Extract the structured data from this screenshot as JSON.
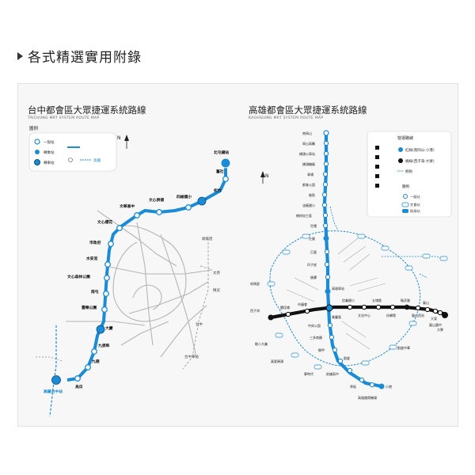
{
  "header": {
    "title": "各式精選實用附錄"
  },
  "taichung": {
    "title": "台中都會區大眾捷運系統路線",
    "subtitle": "TAICHUNG MRT SYSTEM ROUTE MAP",
    "legend_title": "圖例",
    "legend_items": [
      "一般站",
      "轉乘站",
      "轉車站",
      "高鐵"
    ],
    "stations": [
      "北屯總站",
      "舊社",
      "松竹",
      "四維國小",
      "文心崇德",
      "文華高中",
      "文心櫻花",
      "市政府",
      "水安宮",
      "文心森林公園",
      "南屯",
      "豐樂公園",
      "大慶",
      "九張犁",
      "九德",
      "烏日",
      "高鐵台中站"
    ],
    "labels": [
      "頭家厝",
      "太原",
      "精武",
      "台中",
      "台中車站",
      "大慶"
    ],
    "north": "N"
  },
  "kaohsiung": {
    "title": "高雄都會區大眾捷運系統路線",
    "subtitle": "KAOHSIUNG MRT SYSTEM ROUTE MAP",
    "legend_header": "營運路線",
    "legend_items": [
      "紅線(南岡山-小港)",
      "橘線(西子灣-大寮)",
      "輕軌"
    ],
    "legend_sub": "圖例",
    "legend_symbols": [
      "一般站",
      "交會站",
      "換乘站"
    ],
    "stations": [
      "南岡山",
      "岡山高醫",
      "橋頭火車站",
      "橋頭糖廠",
      "青埔",
      "都會公園",
      "後勁",
      "油廠國小",
      "楠梓加工區",
      "世運",
      "左營",
      "巨蛋",
      "凹子底",
      "後驛",
      "高雄車站",
      "美麗島",
      "中央公園",
      "三多商圈",
      "獅甲",
      "凱旋",
      "前鎮高中",
      "草衙",
      "高雄國際機場",
      "小港",
      "西子灣",
      "鹽埕埔",
      "市議會",
      "信義國小",
      "文化中心",
      "五塊厝",
      "技擊館",
      "衛武營",
      "鳳山西站",
      "鳳山",
      "大東",
      "鳳山國中",
      "大寮",
      "哈瑪星",
      "駁二大義",
      "真愛碼頭",
      "夢時代",
      "凱旋中華"
    ],
    "north": "N"
  }
}
